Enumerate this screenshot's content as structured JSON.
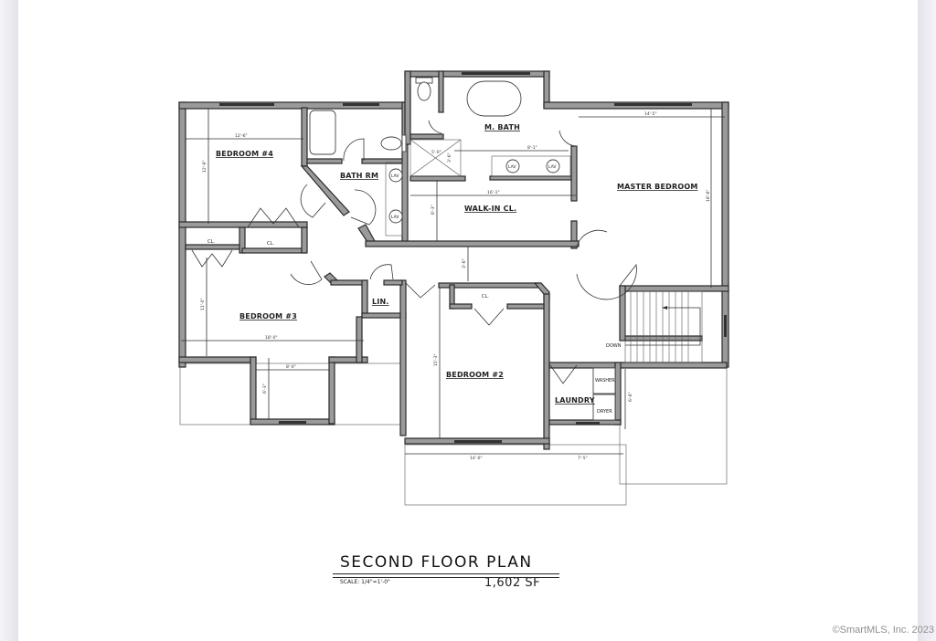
{
  "plan": {
    "title": "SECOND FLOOR PLAN",
    "scale": "SCALE: 1/4\"=1'-0\"",
    "area": "1,602 SF"
  },
  "rooms": {
    "bedroom4": "BEDROOM #4",
    "bath_rm": "BATH RM",
    "m_bath": "M. BATH",
    "walk_in_cl": "WALK-IN CL.",
    "master_bedroom": "MASTER BEDROOM",
    "bedroom3": "BEDROOM #3",
    "lin": "LIN.",
    "bedroom2": "BEDROOM #2",
    "laundry": "LAUNDRY",
    "cl_1": "CL.",
    "cl_2": "CL.",
    "cl_3": "CL."
  },
  "fixtures": {
    "lav": "LAV",
    "washer": "WASHER",
    "dryer": "DRYER",
    "stairs_down": "DOWN"
  },
  "dimensions": {
    "bedroom4_width": "12'-6\"",
    "bedroom4_depth": "12'-6\"",
    "shower": "5'-0\"",
    "shower_depth": "3'-6\"",
    "vanity": "8'-1\"",
    "walk_in_width": "16'-1\"",
    "walk_in_depth": "6'-3\"",
    "hall_width": "3'-6\"",
    "master_width": "14'-5\"",
    "master_depth": "18'-6\"",
    "bedroom3_depth": "11'-0\"",
    "bedroom3_width": "18'-0\"",
    "bedroom3_bay_width": "8'-0\"",
    "bedroom3_bay_depth": "6'-3\"",
    "bedroom2_depth": "15'-3\"",
    "bedroom2_width": "14'-0\"",
    "laundry_width": "7'-5\"",
    "laundry_depth": "6'-6\""
  },
  "watermark": "©SmartMLS, Inc.  2023",
  "colors": {
    "wall_fill": "#9a9a9a",
    "wall_stroke": "#2a2a2a",
    "line": "#333333",
    "background": "#ffffff"
  }
}
